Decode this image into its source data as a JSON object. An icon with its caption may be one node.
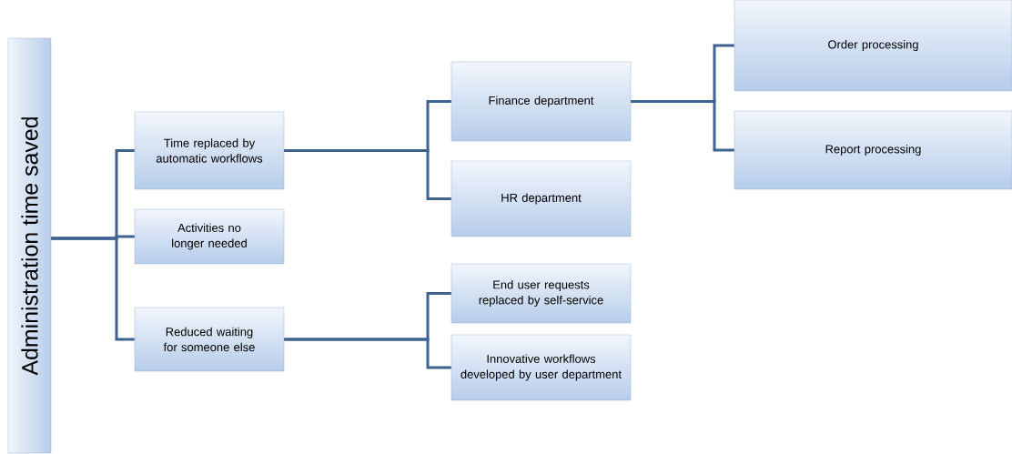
{
  "diagram": {
    "nodes": [
      {
        "text": [
          "Administration time saved"
        ]
      },
      {
        "text": [
          "Time replaced by automatic workflows"
        ]
      },
      {
        "text": [
          "Activities no longer needed"
        ]
      },
      {
        "text": [
          "Reduced waiting for someone else"
        ]
      },
      {
        "text": [
          "Finance department"
        ]
      },
      {
        "text": [
          "HR department"
        ]
      },
      {
        "text": [
          "End user requests replaced by self-service"
        ]
      },
      {
        "text": [
          "Innovative workflows developed by user department"
        ]
      },
      {
        "text": [
          "Order processing"
        ]
      },
      {
        "text": [
          "Report processing"
        ]
      }
    ],
    "edges": [
      {
        "from": 0,
        "to": 1,
        "arrow": "none"
      },
      {
        "from": 0,
        "to": 2,
        "arrow": "none"
      },
      {
        "from": 0,
        "to": 3,
        "arrow": "none"
      },
      {
        "from": 1,
        "to": 4,
        "arrow": "none"
      },
      {
        "from": 1,
        "to": 5,
        "arrow": "none"
      },
      {
        "from": 3,
        "to": 6,
        "arrow": "none"
      },
      {
        "from": 3,
        "to": 7,
        "arrow": "none"
      },
      {
        "from": 4,
        "to": 8,
        "arrow": "none"
      },
      {
        "from": 4,
        "to": 9,
        "arrow": "none"
      }
    ]
  }
}
